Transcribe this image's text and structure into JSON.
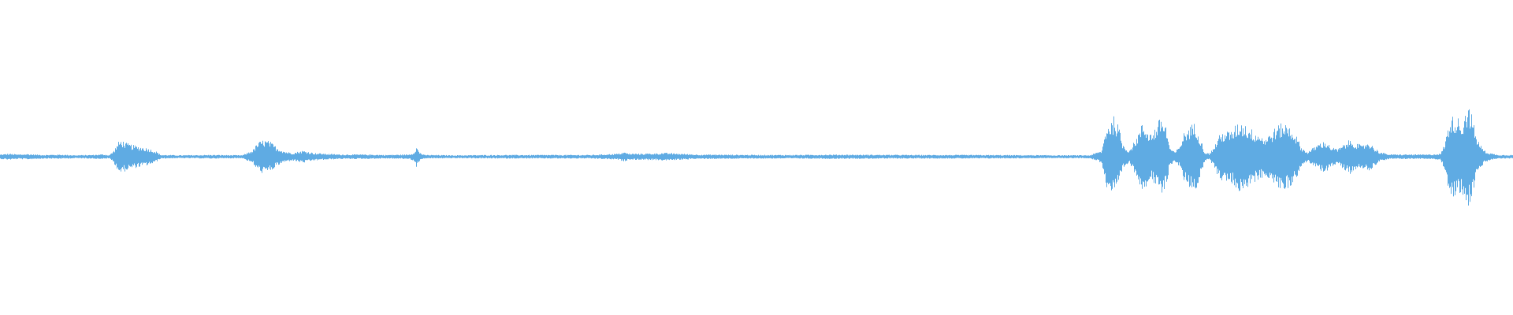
{
  "waveform": {
    "color": "#5fabe3",
    "background": "#ffffff",
    "amplitude_scale": 1.0,
    "peaks": [
      [
        0.0,
        0.015
      ],
      [
        0.006,
        0.02
      ],
      [
        0.012,
        0.015
      ],
      [
        0.018,
        0.018
      ],
      [
        0.022,
        0.015
      ],
      [
        0.03,
        0.012
      ],
      [
        0.04,
        0.014
      ],
      [
        0.05,
        0.01
      ],
      [
        0.06,
        0.012
      ],
      [
        0.068,
        0.016
      ],
      [
        0.072,
        0.01
      ],
      [
        0.075,
        0.04
      ],
      [
        0.078,
        0.095
      ],
      [
        0.08,
        0.11
      ],
      [
        0.083,
        0.09
      ],
      [
        0.088,
        0.075
      ],
      [
        0.093,
        0.065
      ],
      [
        0.098,
        0.055
      ],
      [
        0.103,
        0.035
      ],
      [
        0.106,
        0.012
      ],
      [
        0.12,
        0.01
      ],
      [
        0.14,
        0.012
      ],
      [
        0.16,
        0.01
      ],
      [
        0.167,
        0.045
      ],
      [
        0.17,
        0.09
      ],
      [
        0.174,
        0.11
      ],
      [
        0.178,
        0.1
      ],
      [
        0.183,
        0.06
      ],
      [
        0.188,
        0.035
      ],
      [
        0.193,
        0.025
      ],
      [
        0.2,
        0.04
      ],
      [
        0.207,
        0.025
      ],
      [
        0.215,
        0.02
      ],
      [
        0.225,
        0.015
      ],
      [
        0.24,
        0.015
      ],
      [
        0.255,
        0.012
      ],
      [
        0.27,
        0.015
      ],
      [
        0.273,
        0.025
      ],
      [
        0.275,
        0.065
      ],
      [
        0.277,
        0.03
      ],
      [
        0.28,
        0.012
      ],
      [
        0.3,
        0.01
      ],
      [
        0.33,
        0.012
      ],
      [
        0.36,
        0.012
      ],
      [
        0.39,
        0.012
      ],
      [
        0.408,
        0.02
      ],
      [
        0.412,
        0.03
      ],
      [
        0.416,
        0.02
      ],
      [
        0.432,
        0.022
      ],
      [
        0.44,
        0.025
      ],
      [
        0.46,
        0.015
      ],
      [
        0.49,
        0.013
      ],
      [
        0.52,
        0.012
      ],
      [
        0.55,
        0.014
      ],
      [
        0.58,
        0.013
      ],
      [
        0.61,
        0.012
      ],
      [
        0.64,
        0.012
      ],
      [
        0.67,
        0.011
      ],
      [
        0.7,
        0.01
      ],
      [
        0.72,
        0.01
      ],
      [
        0.728,
        0.04
      ],
      [
        0.731,
        0.2
      ],
      [
        0.734,
        0.23
      ],
      [
        0.736,
        0.26
      ],
      [
        0.739,
        0.2
      ],
      [
        0.742,
        0.08
      ],
      [
        0.746,
        0.04
      ],
      [
        0.749,
        0.09
      ],
      [
        0.752,
        0.15
      ],
      [
        0.755,
        0.22
      ],
      [
        0.758,
        0.18
      ],
      [
        0.761,
        0.15
      ],
      [
        0.764,
        0.2
      ],
      [
        0.767,
        0.26
      ],
      [
        0.77,
        0.22
      ],
      [
        0.773,
        0.06
      ],
      [
        0.776,
        0.03
      ],
      [
        0.779,
        0.06
      ],
      [
        0.782,
        0.15
      ],
      [
        0.786,
        0.2
      ],
      [
        0.79,
        0.22
      ],
      [
        0.793,
        0.13
      ],
      [
        0.796,
        0.03
      ],
      [
        0.799,
        0.02
      ],
      [
        0.802,
        0.06
      ],
      [
        0.805,
        0.13
      ],
      [
        0.809,
        0.17
      ],
      [
        0.813,
        0.16
      ],
      [
        0.817,
        0.21
      ],
      [
        0.82,
        0.23
      ],
      [
        0.824,
        0.2
      ],
      [
        0.828,
        0.17
      ],
      [
        0.832,
        0.15
      ],
      [
        0.836,
        0.12
      ],
      [
        0.84,
        0.16
      ],
      [
        0.844,
        0.2
      ],
      [
        0.848,
        0.22
      ],
      [
        0.852,
        0.2
      ],
      [
        0.856,
        0.15
      ],
      [
        0.86,
        0.06
      ],
      [
        0.864,
        0.03
      ],
      [
        0.868,
        0.06
      ],
      [
        0.872,
        0.09
      ],
      [
        0.876,
        0.1
      ],
      [
        0.88,
        0.06
      ],
      [
        0.884,
        0.05
      ],
      [
        0.888,
        0.08
      ],
      [
        0.892,
        0.11
      ],
      [
        0.896,
        0.09
      ],
      [
        0.9,
        0.07
      ],
      [
        0.904,
        0.1
      ],
      [
        0.908,
        0.06
      ],
      [
        0.912,
        0.03
      ],
      [
        0.918,
        0.015
      ],
      [
        0.93,
        0.015
      ],
      [
        0.945,
        0.015
      ],
      [
        0.952,
        0.02
      ],
      [
        0.955,
        0.1
      ],
      [
        0.958,
        0.25
      ],
      [
        0.962,
        0.27
      ],
      [
        0.966,
        0.22
      ],
      [
        0.969,
        0.33
      ],
      [
        0.972,
        0.3
      ],
      [
        0.975,
        0.15
      ],
      [
        0.978,
        0.08
      ],
      [
        0.981,
        0.04
      ],
      [
        0.984,
        0.025
      ],
      [
        0.99,
        0.012
      ],
      [
        1.0,
        0.012
      ]
    ]
  }
}
